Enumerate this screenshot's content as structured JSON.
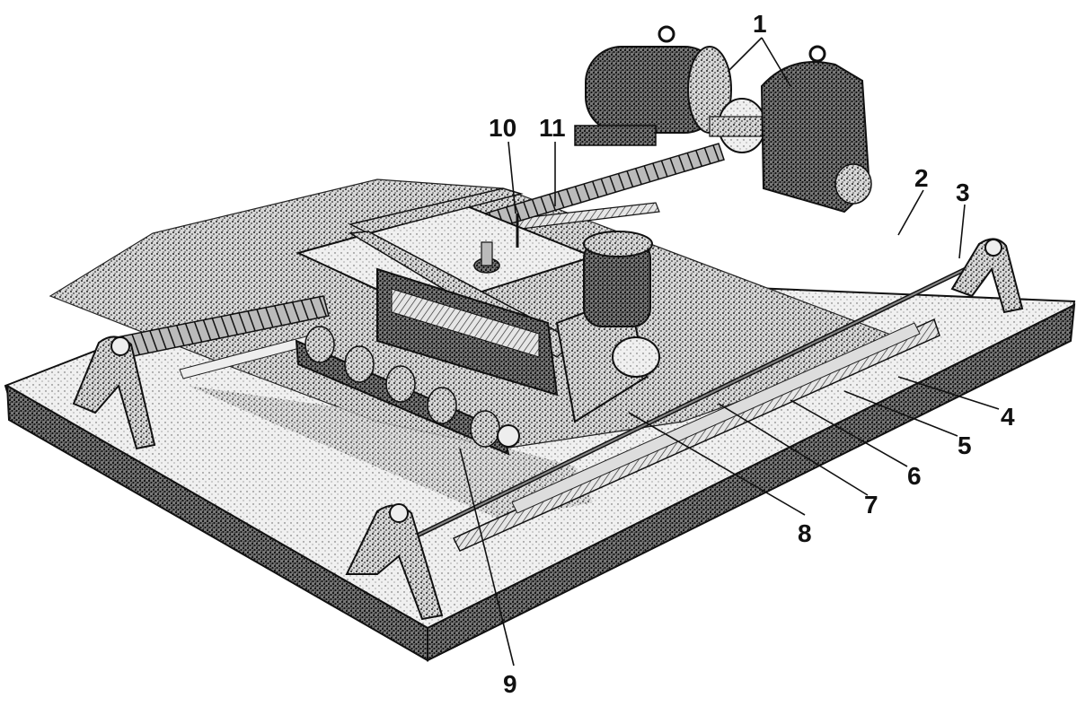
{
  "figure": {
    "callouts": [
      {
        "id": "1",
        "text": "1"
      },
      {
        "id": "2",
        "text": "2"
      },
      {
        "id": "3",
        "text": "3"
      },
      {
        "id": "4",
        "text": "4"
      },
      {
        "id": "5",
        "text": "5"
      },
      {
        "id": "6",
        "text": "6"
      },
      {
        "id": "7",
        "text": "7"
      },
      {
        "id": "8",
        "text": "8"
      },
      {
        "id": "9",
        "text": "9"
      },
      {
        "id": "10",
        "text": "10"
      },
      {
        "id": "11",
        "text": "11"
      }
    ]
  }
}
